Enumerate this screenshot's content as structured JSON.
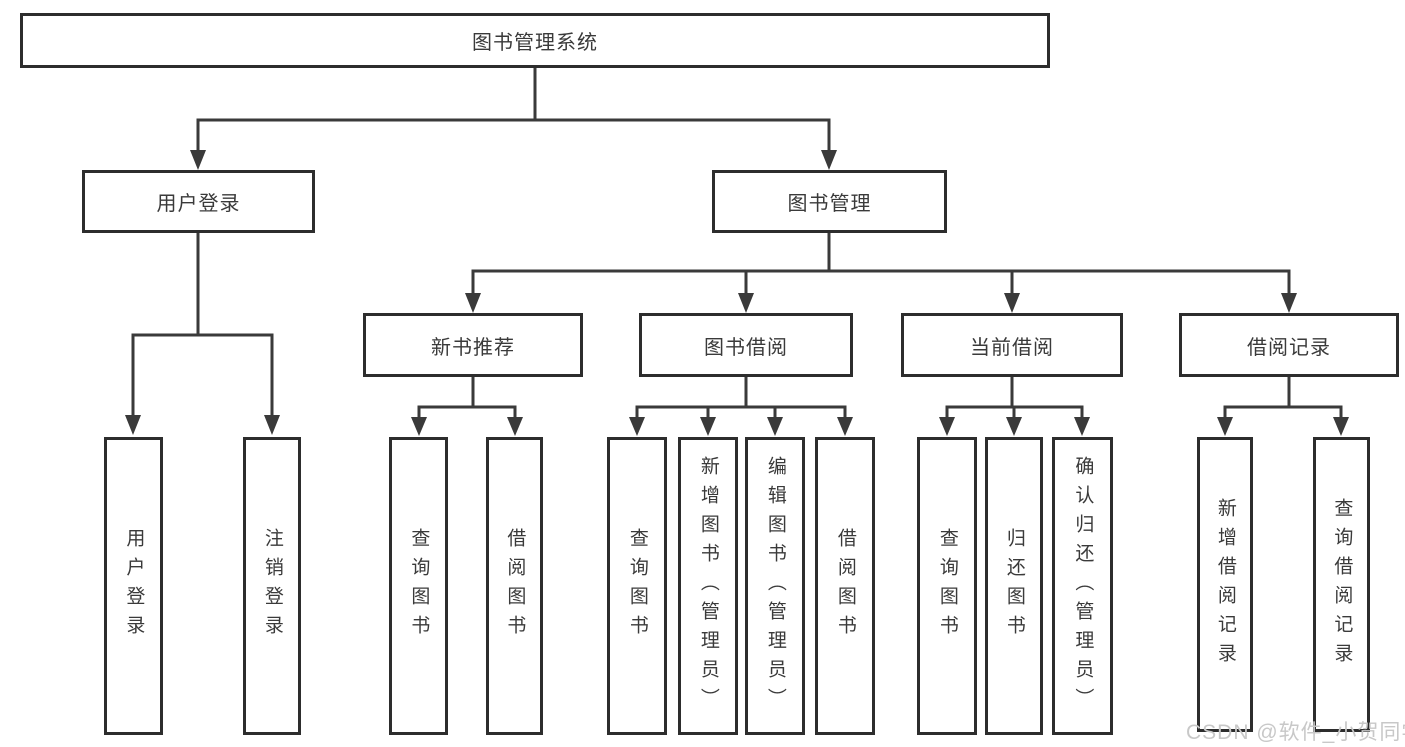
{
  "colors": {
    "background": "#ffffff",
    "box_border": "#2d2d2d",
    "text": "#3a3a3a",
    "connector": "#3a3a3a",
    "watermark": "#c8c8c8"
  },
  "watermark": {
    "label": "CSDN @软件_小贺同学"
  },
  "diagram": {
    "root": {
      "label": "图书管理系统"
    },
    "level2": [
      {
        "label": "用户登录"
      },
      {
        "label": "图书管理"
      }
    ],
    "level3": [
      {
        "label": "新书推荐"
      },
      {
        "label": "图书借阅"
      },
      {
        "label": "当前借阅"
      },
      {
        "label": "借阅记录"
      }
    ],
    "leaves": {
      "login": [
        {
          "label": "用户登录"
        },
        {
          "label": "注销登录"
        }
      ],
      "recommend": [
        {
          "label": "查询图书"
        },
        {
          "label": "借阅图书"
        }
      ],
      "borrow": [
        {
          "label": "查询图书"
        },
        {
          "label": "新增图书（管理员）"
        },
        {
          "label": "编辑图书（管理员）"
        },
        {
          "label": "借阅图书"
        }
      ],
      "current": [
        {
          "label": "查询图书"
        },
        {
          "label": "归还图书"
        },
        {
          "label": "确认归还（管理员）"
        }
      ],
      "records": [
        {
          "label": "新增借阅记录"
        },
        {
          "label": "查询借阅记录"
        }
      ]
    }
  }
}
